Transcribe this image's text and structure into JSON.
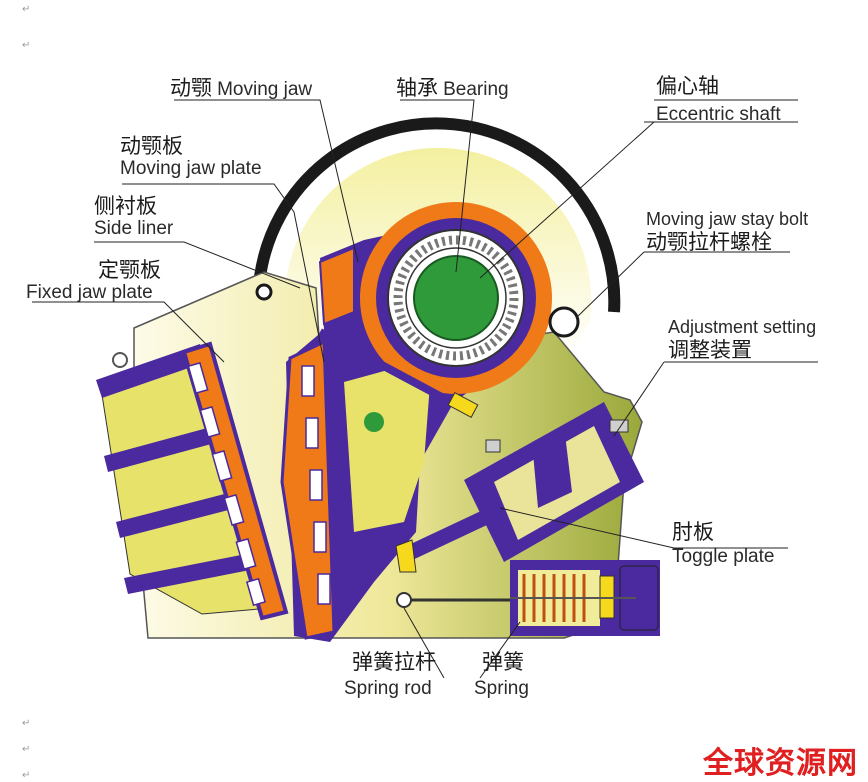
{
  "paragraph_mark": "↵",
  "labels": {
    "moving_jaw": {
      "cn": "动颚",
      "en": "Moving jaw"
    },
    "bearing": {
      "cn": "轴承",
      "en": "Bearing"
    },
    "eccentric_shaft": {
      "cn": "偏心轴",
      "en": "Eccentric shaft"
    },
    "moving_jaw_plate": {
      "cn": "动颚板",
      "en": "Moving jaw plate"
    },
    "side_liner": {
      "cn": "侧衬板",
      "en": "Side liner"
    },
    "fixed_jaw_plate": {
      "cn": "定颚板",
      "en": "Fixed jaw plate"
    },
    "stay_bolt": {
      "cn": "动颚拉杆螺栓",
      "en": "Moving jaw stay bolt"
    },
    "adjustment": {
      "cn": "调整装置",
      "en": "Adjustment setting"
    },
    "toggle_plate": {
      "cn": "肘板",
      "en": "Toggle plate"
    },
    "spring_rod": {
      "cn": "弹簧拉杆",
      "en": "Spring rod"
    },
    "spring": {
      "cn": "弹簧",
      "en": "Spring"
    }
  },
  "watermark": "全球资源网",
  "colors": {
    "purple": "#4a2a9e",
    "orange": "#f07a18",
    "green": "#2e9a3a",
    "yellow": "#e8e26a",
    "black": "#1a1a1a"
  }
}
